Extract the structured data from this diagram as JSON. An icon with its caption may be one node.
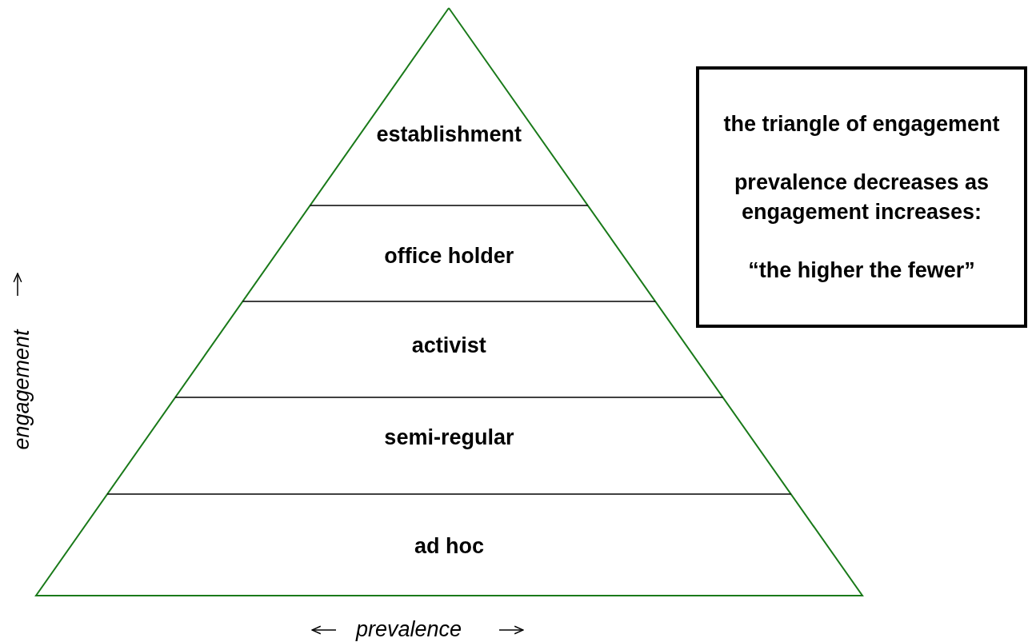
{
  "diagram": {
    "nodes": [
      {
        "text": [
          "establishment"
        ]
      },
      {
        "text": [
          "office holder"
        ]
      },
      {
        "text": [
          "activist"
        ]
      },
      {
        "text": [
          "semi-regular"
        ]
      },
      {
        "text": [
          "ad hoc"
        ]
      },
      {
        "text": [
          "the triangle of engagement",
          "prevalence decreases as engagement increases:",
          "“the higher the fewer”"
        ]
      }
    ],
    "edges": [],
    "labels": [
      "engagement",
      "prevalence"
    ]
  }
}
